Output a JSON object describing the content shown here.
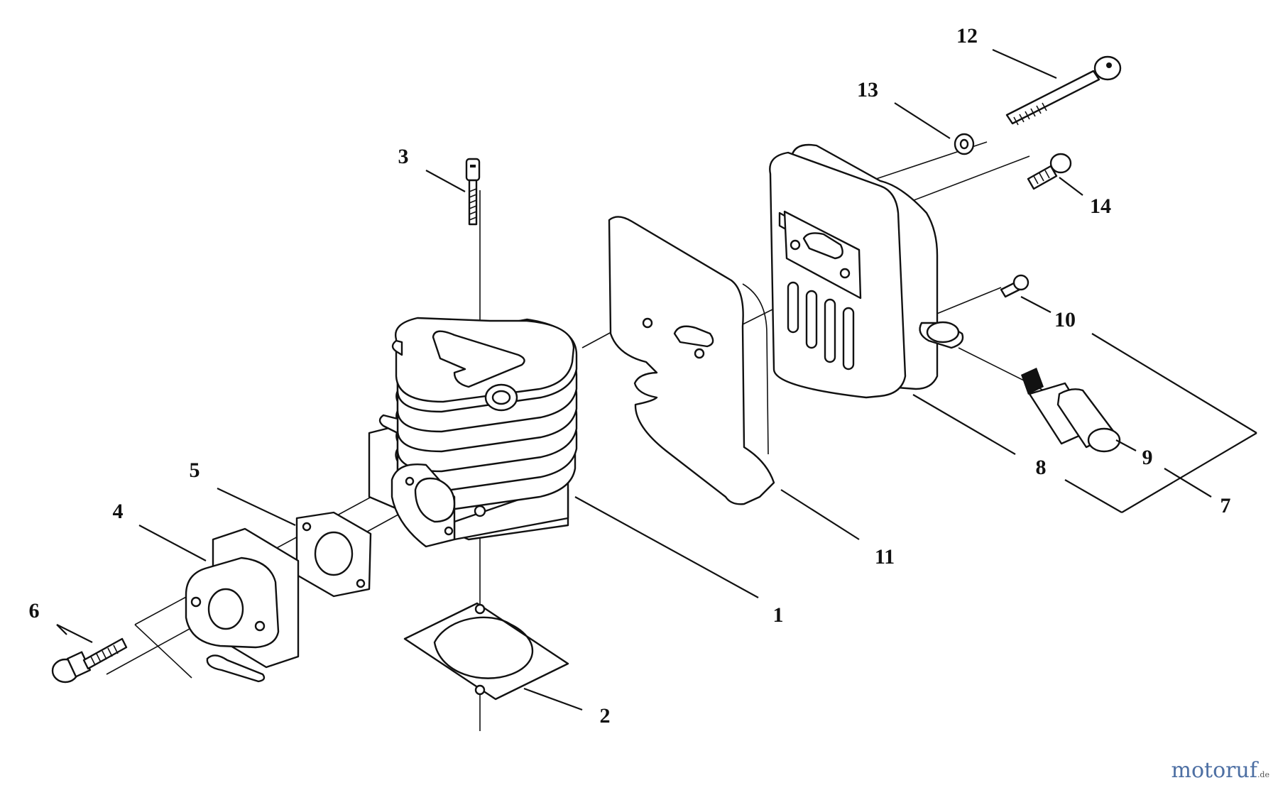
{
  "callouts": {
    "c1": "1",
    "c2": "2",
    "c3": "3",
    "c4": "4",
    "c5": "5",
    "c6": "6",
    "c7": "7",
    "c8": "8",
    "c9": "9",
    "c10": "10",
    "c11": "11",
    "c12": "12",
    "c13": "13",
    "c14": "14"
  },
  "watermark": {
    "brand": "motoruf",
    "suffix": ".de",
    "brand_color": "#4d6fa3"
  }
}
